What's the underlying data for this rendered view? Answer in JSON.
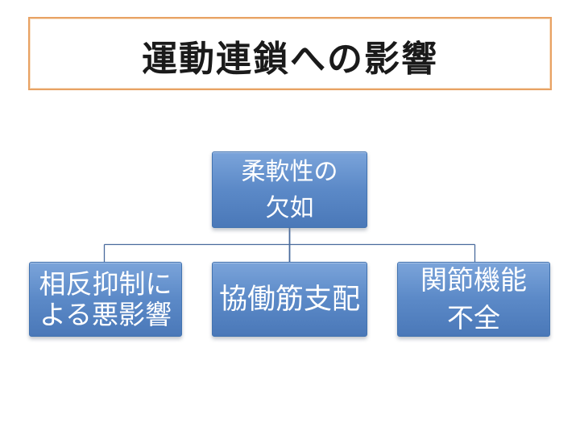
{
  "slide": {
    "title": "運動連鎖への影響"
  },
  "diagram": {
    "type": "org-chart-hierarchy",
    "root": {
      "label": "柔軟性の\n欠如"
    },
    "children": [
      {
        "label": "相反抑制に\nよる悪影響"
      },
      {
        "label": "協働筋支配"
      },
      {
        "label": "関節機能\n不全"
      }
    ]
  },
  "colors": {
    "accent-orange": "#e8a264",
    "node-top": "#7ba4da",
    "node-mid": "#5c8ac8",
    "node-bottom": "#4a78b8",
    "node-border": "#4273b0",
    "connector": "#4a6b9d",
    "title-text": "#1a1a1a"
  }
}
